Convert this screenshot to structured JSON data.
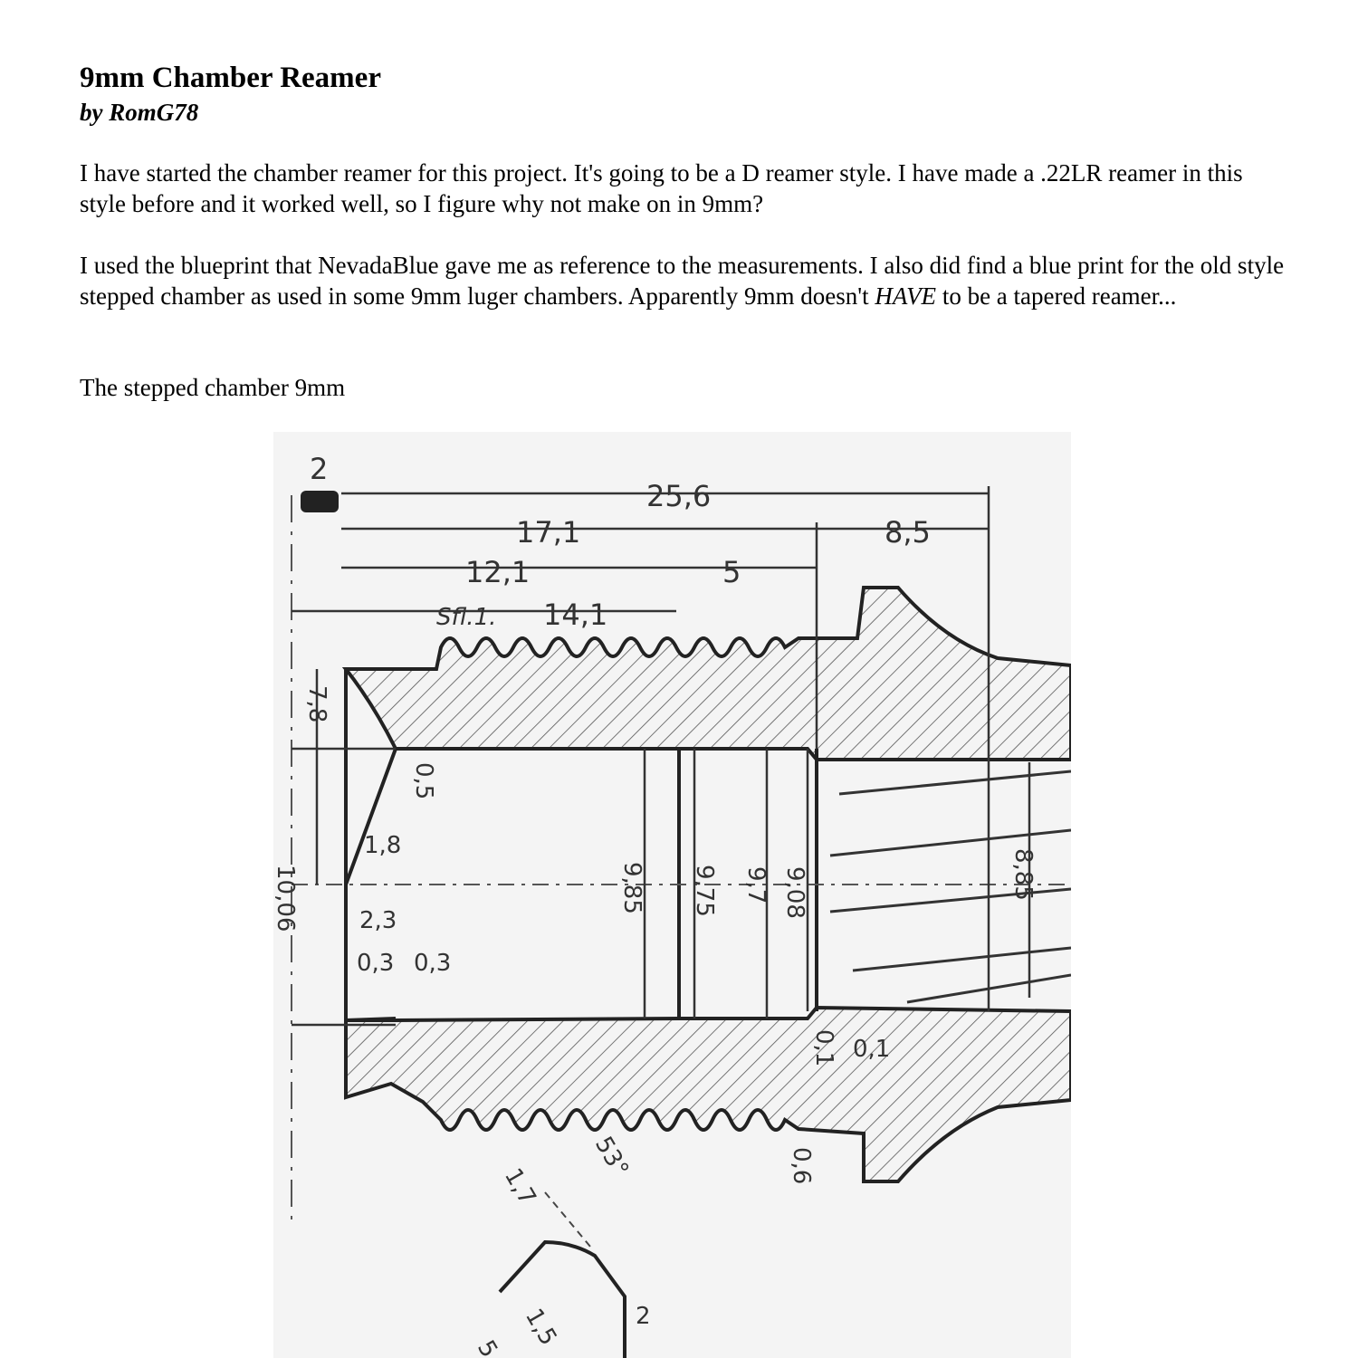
{
  "article": {
    "title": "9mm Chamber Reamer",
    "byline": "by RomG78",
    "paragraph1": "I have started the chamber reamer for this project. It's going to be a D reamer style. I have made a .22LR reamer in this style before and it worked well, so I figure why not make on in 9mm?",
    "paragraph2_a": "I used the blueprint that NevadaBlue gave me as reference to the measurements. I also did find a blue print for the old style stepped chamber as used in some 9mm luger chambers. Apparently 9mm doesn't ",
    "paragraph2_em": "HAVE",
    "paragraph2_b": " to be a tapered reamer...",
    "caption": "The stepped chamber 9mm"
  },
  "drawing": {
    "labels": {
      "top_marker": "2",
      "overall": "25,6",
      "len_17_1": "17,1",
      "len_8_5": "8,5",
      "len_12_1": "12,1",
      "len_5": "5",
      "thread_note": "Sfl.1.",
      "len_14_1": "14,1",
      "dia_7_8": "7,8",
      "dim_0_5": "0,5",
      "dim_1_8": "1,8",
      "dia_10_06": "10,06",
      "dim_2_3": "2,3",
      "dim_0_3a": "0,3",
      "dim_0_3b": "0,3",
      "dia_9_85": "9,85",
      "dia_9_75": "9,75",
      "dia_9_7": "9,7",
      "dia_9_08": "9,08",
      "dia_8_85": "8,85",
      "dim_01a": "0,1",
      "dim_01b": "0,1",
      "dim_0_6": "0,6",
      "dim_1_7": "1,7",
      "angle_53": "53°",
      "dim_1_5": "1,5",
      "dim_2": "2",
      "dim_5": "5"
    }
  }
}
